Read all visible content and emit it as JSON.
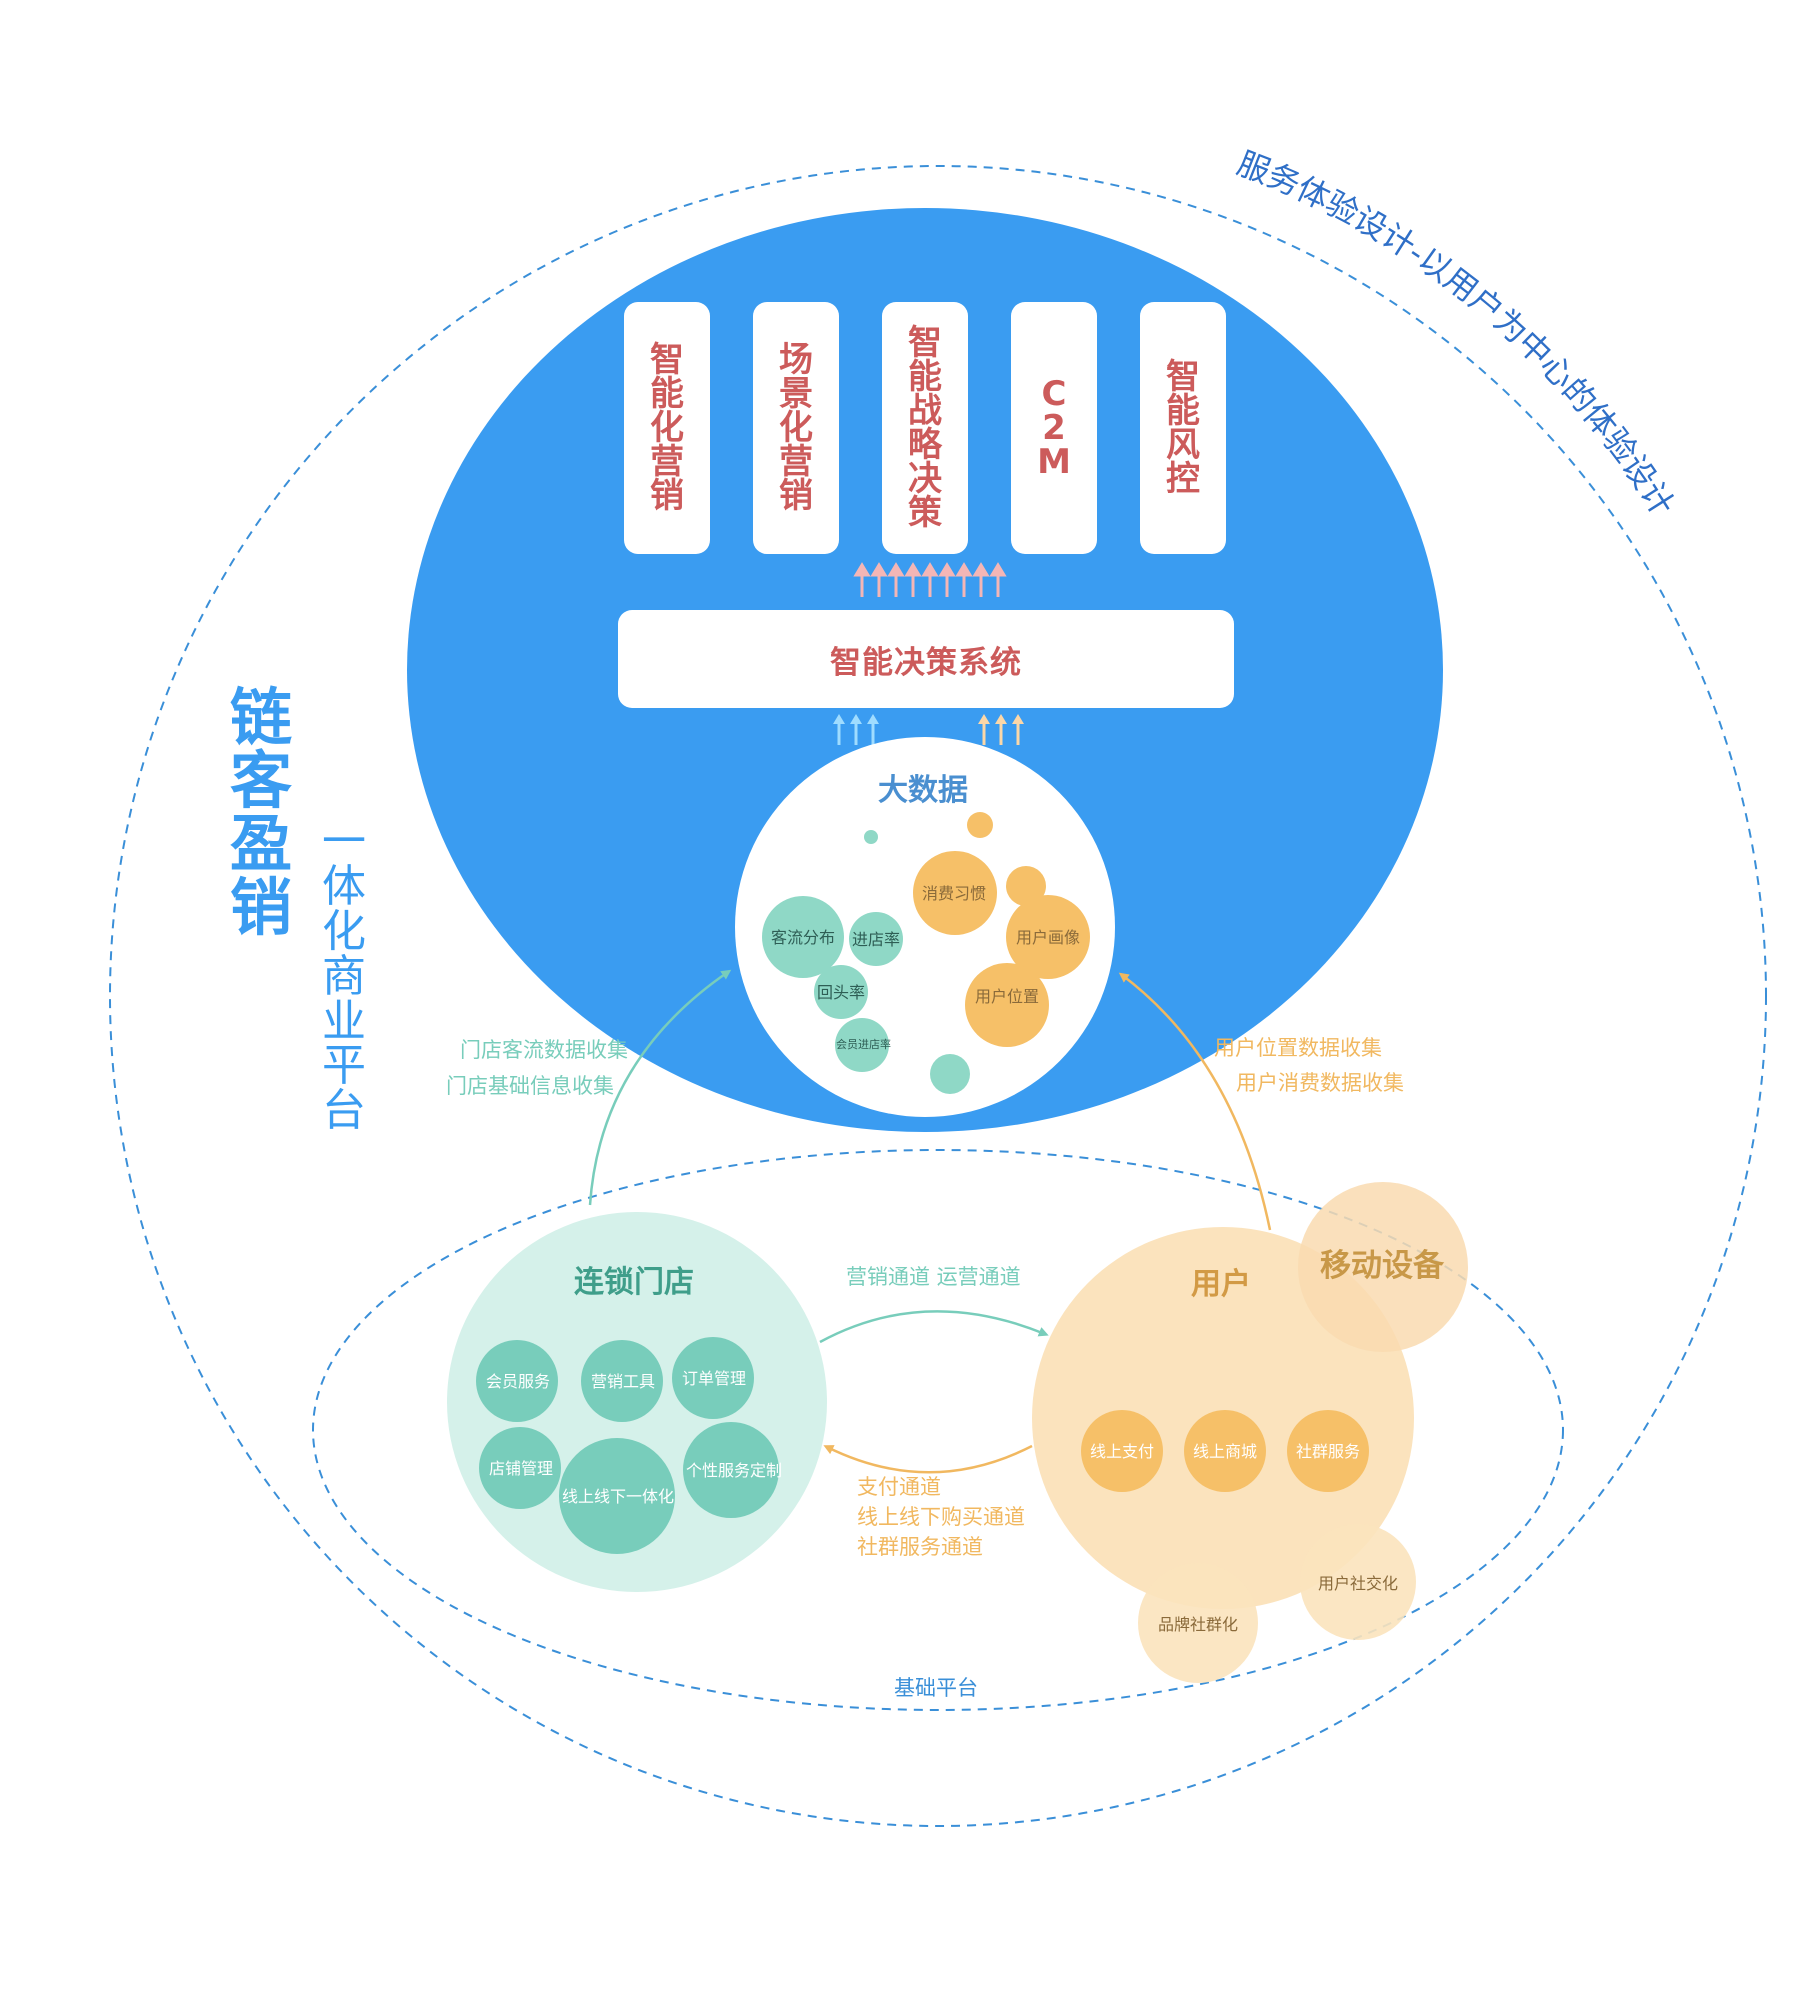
{
  "colors": {
    "blue": "#3a9cf1",
    "dash_blue": "#3a8fd8",
    "teal": "#78cdbb",
    "teal_light": "#d5f1ea",
    "teal_text": "#4fb8a3",
    "orange": "#f6c068",
    "orange_light": "#fbe3bd",
    "orange_text": "#e8aa4a",
    "pillar_text": "#cc5b5b",
    "arrow_pink": "#f4b6b6",
    "arrow_sky": "#9fdcff",
    "arrow_peach": "#fbd7a8"
  },
  "brand": {
    "title": [
      "链",
      "客",
      "盈",
      "销"
    ],
    "subtitle": [
      "一",
      "体",
      "化",
      "商",
      "业",
      "平",
      "台"
    ]
  },
  "outer_ring_caption": "服务体验设计-以用户为中心的体验设计",
  "top_pillars": [
    {
      "chars": [
        "智",
        "能",
        "化",
        "营",
        "销"
      ]
    },
    {
      "chars": [
        "场",
        "景",
        "化",
        "营",
        "销"
      ]
    },
    {
      "chars": [
        "智",
        "能",
        "战",
        "略",
        "决",
        "策"
      ]
    },
    {
      "chars": [
        "C",
        "2",
        "M"
      ]
    },
    {
      "chars": [
        "智",
        "能",
        "风",
        "控"
      ]
    }
  ],
  "decision_system": "智能决策系统",
  "big_data": {
    "title": "大数据",
    "bubbles": {
      "customer_flow": "客流分布",
      "entry_rate": "进店率",
      "return_rate": "回头率",
      "member_entry_rate": "会员进店率",
      "consumption_habit": "消费习惯",
      "user_portrait": "用户画像",
      "user_location": "用户位置"
    }
  },
  "left_flow_labels": [
    "门店客流数据收集",
    "门店基础信息收集"
  ],
  "right_flow_labels": [
    "用户位置数据收集",
    "用户消费数据收集"
  ],
  "chain_store": {
    "title": "连锁门店",
    "bubbles": {
      "member_service": "会员服务",
      "marketing_tools": "营销工具",
      "order_management": "订单管理",
      "store_management": "店铺管理",
      "online_offline": "线上线下一体化",
      "custom_service": "个性服务定制"
    }
  },
  "user": {
    "title": "用户",
    "mobile_device": "移动设备",
    "bubbles": {
      "online_payment": "线上支付",
      "online_mall": "线上商城",
      "community_service": "社群服务",
      "brand_community": "品牌社群化",
      "user_social": "用户社交化"
    }
  },
  "channel_top": "营销通道 运营通道",
  "channel_bottom": [
    "支付通道",
    "线上线下购买通道",
    "社群服务通道"
  ],
  "base_platform": "基础平台"
}
